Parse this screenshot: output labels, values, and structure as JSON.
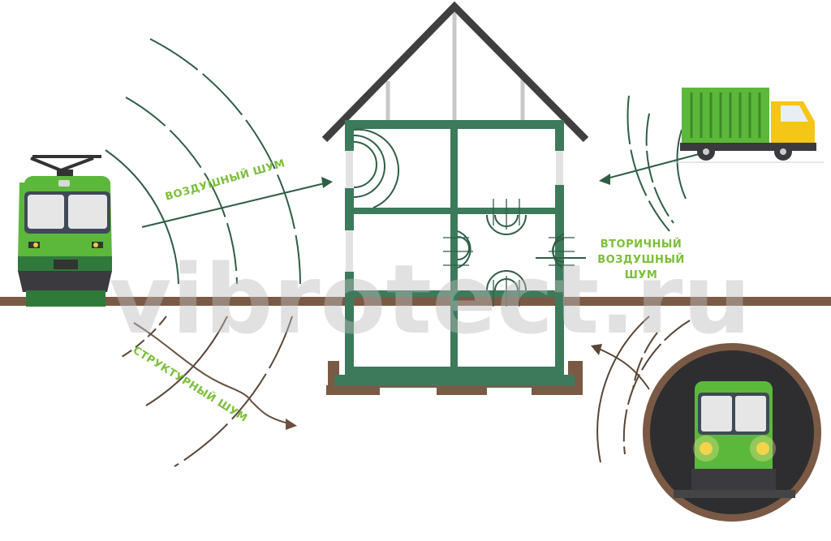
{
  "labels": {
    "airborne_noise": "ВОЗДУШНЫЙ ШУМ",
    "structural_noise": "СТРУКТУРНЫЙ ШУМ",
    "secondary_line1": "ВТОРИЧНЫЙ",
    "secondary_line2": "ВОЗДУШНЫЙ",
    "secondary_line3": "ШУМ"
  },
  "watermark": "vibrotect.ru",
  "colors": {
    "wall_green": "#3d7a5c",
    "train_green": "#5cb83a",
    "ground_brown": "#7a5a45",
    "roof_gray": "#3f3f3f",
    "label_green": "#7bbf3a",
    "truck_yellow": "#f5c518"
  }
}
